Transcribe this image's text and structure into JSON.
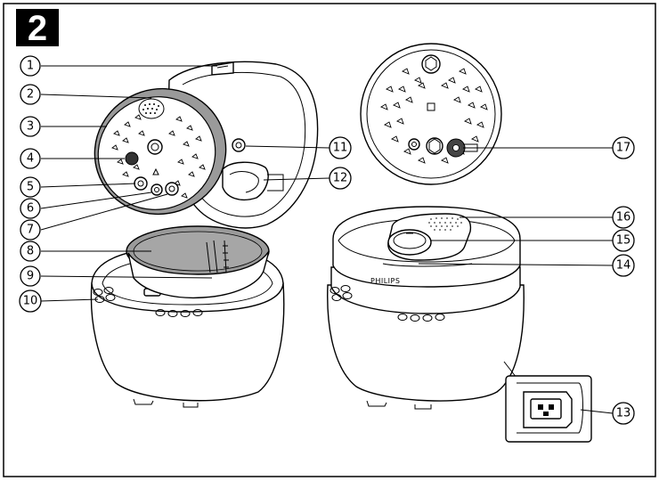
{
  "figure": {
    "number": "2",
    "brand": "PHILIPS"
  },
  "callouts": [
    "1",
    "2",
    "3",
    "4",
    "5",
    "6",
    "7",
    "8",
    "9",
    "10",
    "11",
    "12",
    "13",
    "14",
    "15",
    "16",
    "17"
  ]
}
